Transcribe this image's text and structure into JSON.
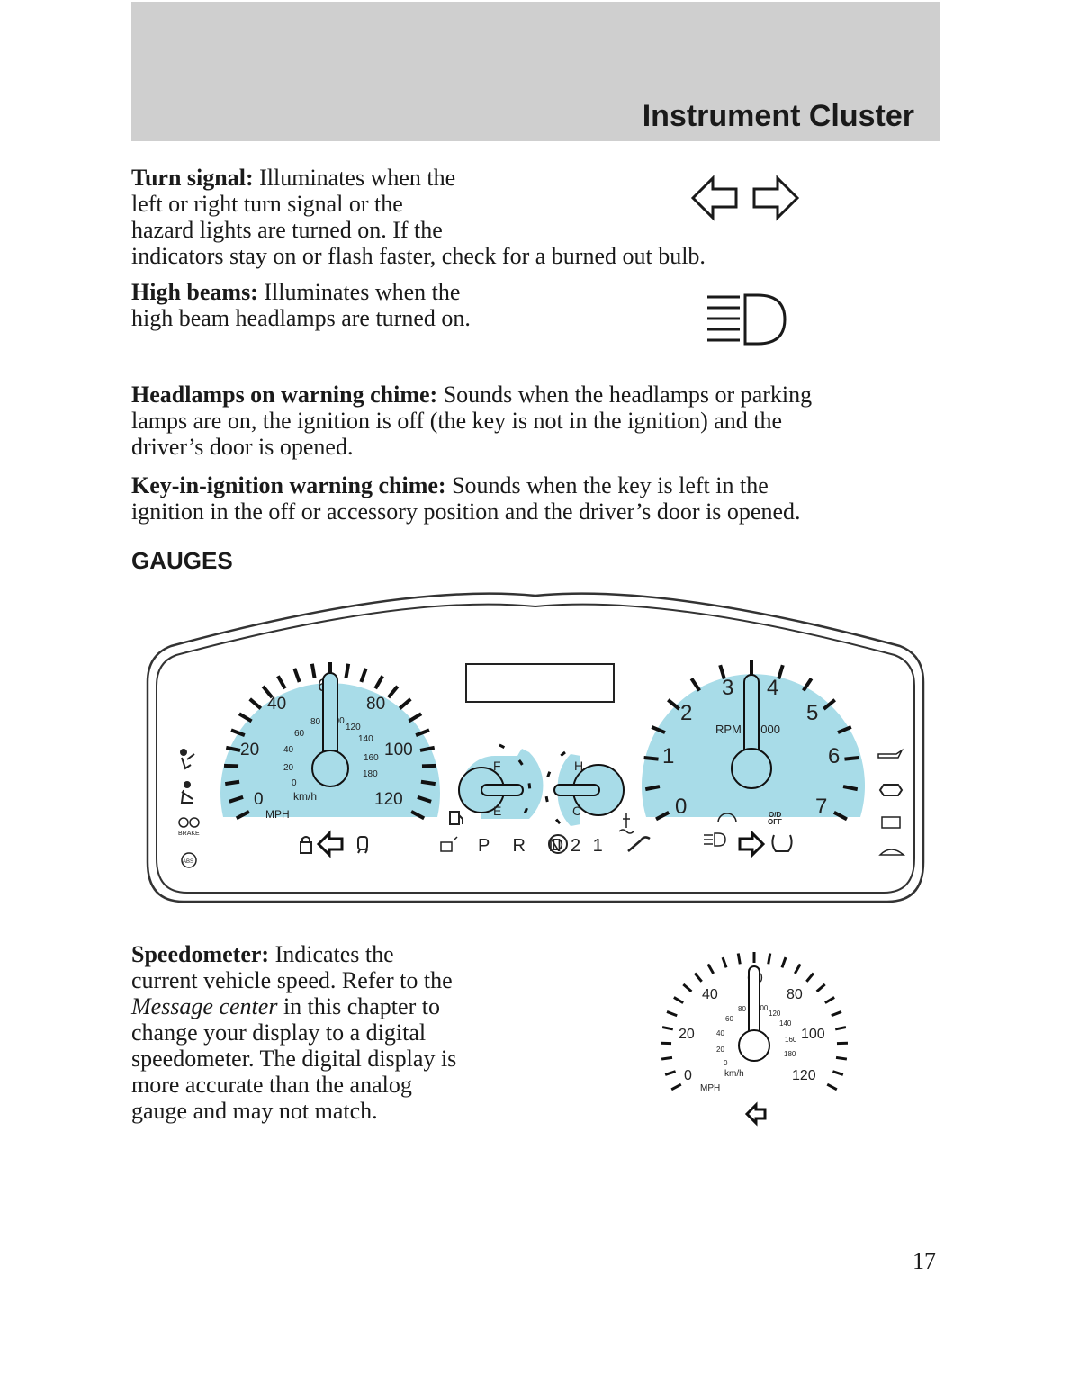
{
  "header": {
    "title": "Instrument Cluster"
  },
  "turn_signal": {
    "label": "Turn signal:",
    "text_1": "Illuminates when the",
    "text_2": "left or right turn signal or the",
    "text_3": "hazard lights are turned on. If the",
    "text_4": "indicators stay on or flash faster, check for a burned out bulb."
  },
  "high_beams": {
    "label": "High beams:",
    "text_1": "Illuminates when the",
    "text_2": "high beam headlamps are turned on."
  },
  "headlamps_chime": {
    "label": "Headlamps on warning chime:",
    "text_1": "Sounds when the headlamps or parking",
    "text_2": "lamps are on, the ignition is off (the key is not in the ignition) and the",
    "text_3": "driver’s door is opened."
  },
  "key_chime": {
    "label": "Key-in-ignition warning chime:",
    "text_1": "Sounds when the key is left in the",
    "text_2": "ignition in the off or accessory position and the driver’s door is opened."
  },
  "gauges_heading": "GAUGES",
  "cluster": {
    "speedometer": {
      "mph_labels": [
        "0",
        "20",
        "40",
        "60",
        "80",
        "100",
        "120"
      ],
      "kmh_labels": [
        "0",
        "20",
        "40",
        "60",
        "80",
        "100",
        "120",
        "140",
        "160",
        "180"
      ],
      "unit_mph": "MPH",
      "unit_kmh": "km/h"
    },
    "fuel_gauge": {
      "full": "F",
      "empty": "E"
    },
    "temp_gauge": {
      "hot": "H",
      "cold": "C"
    },
    "tachometer": {
      "labels": [
        "0",
        "1",
        "2",
        "3",
        "4",
        "5",
        "6",
        "7"
      ],
      "unit": "RPM",
      "multiplier": "1000"
    },
    "gear_indicator": {
      "gears": "P R N",
      "selected": "D",
      "rest": "2 1"
    },
    "od_off": [
      "O/D",
      "OFF"
    ],
    "brake_label": "BRAKE",
    "abs_label": "ABS",
    "gauge_fill_color": "#a8dce8"
  },
  "speedometer_section": {
    "label": "Speedometer:",
    "text_1": "Indicates the",
    "text_2": "current vehicle speed. Refer to the",
    "text_3_italic": "Message center",
    "text_3_rest": "in this chapter to",
    "text_4": "change your display to a digital",
    "text_5": "speedometer. The digital display is",
    "text_6": "more accurate than the analog",
    "text_7": "gauge and may not match."
  },
  "page_number": "17"
}
